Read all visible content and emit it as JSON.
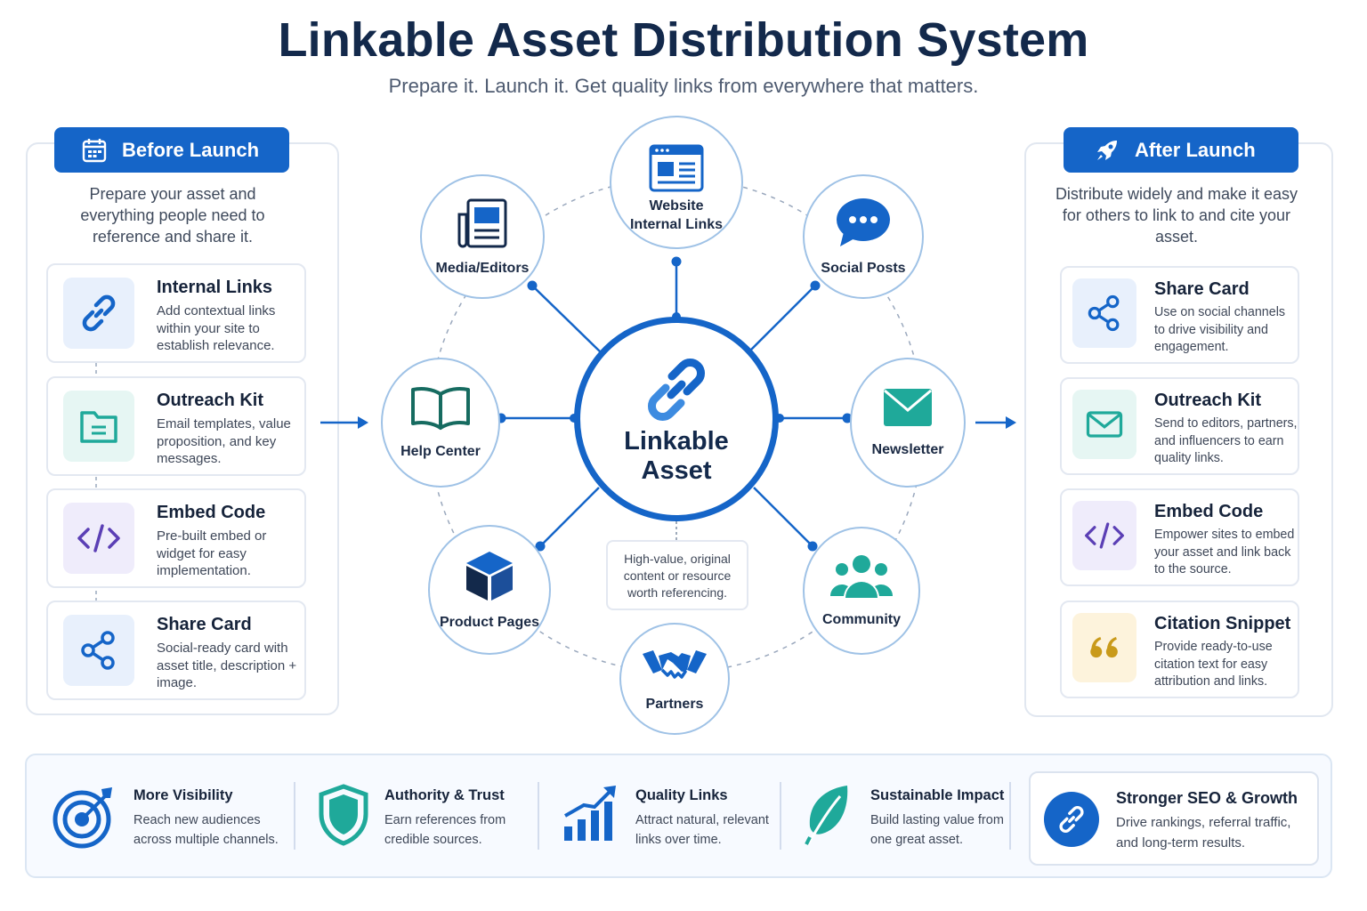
{
  "header": {
    "title": "Linkable Asset Distribution System",
    "subtitle": "Prepare it. Launch it. Get quality links from everywhere that matters."
  },
  "before": {
    "tab": "Before Launch",
    "description": "Prepare your asset and everything people need to reference and share it.",
    "cards": [
      {
        "title": "Internal Links",
        "desc": "Add contextual links within your site to establish relevance.",
        "icon": "chain-link-icon"
      },
      {
        "title": "Outreach Kit",
        "desc": "Email templates, value proposition, and key messages.",
        "icon": "folder-icon"
      },
      {
        "title": "Embed Code",
        "desc": "Pre-built embed or widget for easy implementation.",
        "icon": "code-icon"
      },
      {
        "title": "Share Card",
        "desc": "Social-ready card with asset title, description + image.",
        "icon": "share-icon"
      }
    ]
  },
  "after": {
    "tab": "After Launch",
    "description": "Distribute widely and make it easy for others to link to and cite your asset.",
    "cards": [
      {
        "title": "Share Card",
        "desc": "Use on social channels to drive visibility and engagement.",
        "icon": "share-icon"
      },
      {
        "title": "Outreach Kit",
        "desc": "Send to editors, partners, and influencers to earn quality links.",
        "icon": "envelope-icon"
      },
      {
        "title": "Embed Code",
        "desc": "Empower sites to embed your asset and link back to the source.",
        "icon": "code-icon"
      },
      {
        "title": "Citation Snippet",
        "desc": "Provide ready-to-use citation text for easy attribution and links.",
        "icon": "quote-icon"
      }
    ]
  },
  "hub": {
    "center_label": "Linkable Asset",
    "center_note": "High-value, original content or resource worth referencing.",
    "nodes": [
      {
        "key": "website",
        "label": "Website Internal Links",
        "icon": "browser-window-icon"
      },
      {
        "key": "media",
        "label": "Media/Editors",
        "icon": "newspaper-icon"
      },
      {
        "key": "social",
        "label": "Social Posts",
        "icon": "chat-bubble-icon"
      },
      {
        "key": "help",
        "label": "Help Center",
        "icon": "open-book-icon"
      },
      {
        "key": "newsletter",
        "label": "Newsletter",
        "icon": "envelope-icon"
      },
      {
        "key": "product",
        "label": "Product Pages",
        "icon": "cube-icon"
      },
      {
        "key": "community",
        "label": "Community",
        "icon": "people-icon"
      },
      {
        "key": "partners",
        "label": "Partners",
        "icon": "handshake-icon"
      }
    ]
  },
  "benefits": [
    {
      "title": "More Visibility",
      "desc": "Reach new audiences across multiple channels.",
      "icon": "target-icon"
    },
    {
      "title": "Authority & Trust",
      "desc": "Earn references from credible sources.",
      "icon": "shield-icon"
    },
    {
      "title": "Quality Links",
      "desc": "Attract natural, relevant links over time.",
      "icon": "growth-chart-icon"
    },
    {
      "title": "Sustainable Impact",
      "desc": "Build lasting value from one great asset.",
      "icon": "leaf-icon"
    }
  ],
  "outcome": {
    "title": "Stronger SEO & Growth",
    "desc": "Drive rankings, referral traffic, and long-term results.",
    "icon": "chain-link-icon"
  },
  "colors": {
    "primary": "#1565c8",
    "teal": "#1fa99a",
    "purple": "#5b3fb5",
    "gold": "#c99a1a",
    "navy": "#13294b"
  }
}
